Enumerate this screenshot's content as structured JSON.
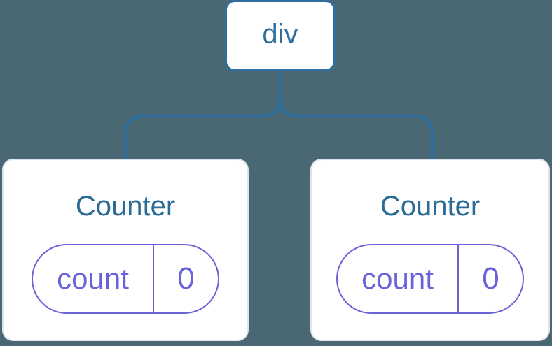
{
  "diagram": {
    "root": {
      "label": "div"
    },
    "children": [
      {
        "title": "Counter",
        "state": {
          "name": "count",
          "value": "0"
        }
      },
      {
        "title": "Counter",
        "state": {
          "name": "count",
          "value": "0"
        }
      }
    ]
  },
  "colors": {
    "background": "#4A6873",
    "connector_blue": "#2E6F9E",
    "node_title_blue": "#2C6B94",
    "state_purple": "#6A62D8",
    "card_fill": "#FFFFFF",
    "card_border": "#DEE5EC"
  }
}
